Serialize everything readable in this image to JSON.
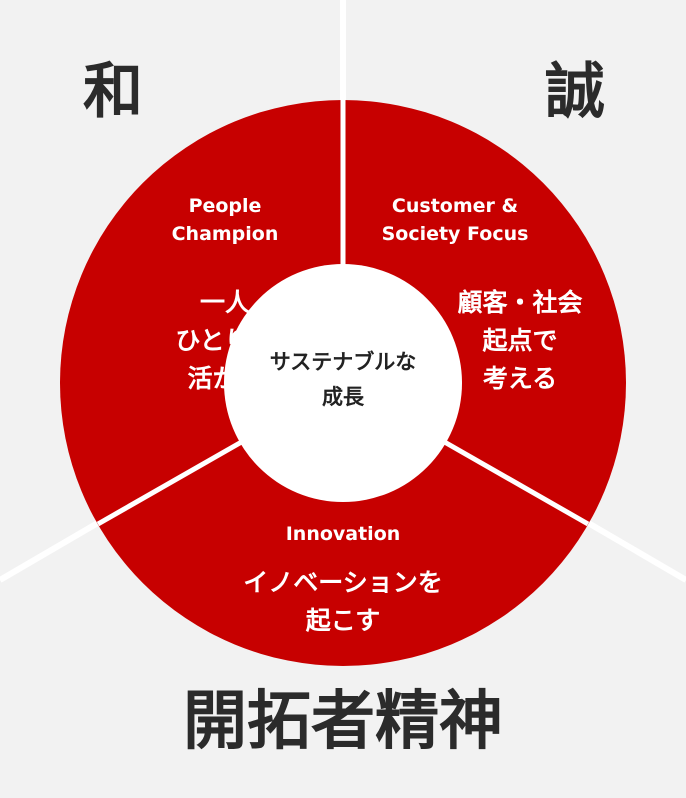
{
  "colors": {
    "background": "#f2f2f2",
    "ring": "#c70000",
    "center_circle": "#ffffff",
    "divider": "#ffffff",
    "heading_text": "#2b2b2b"
  },
  "corners": {
    "left": "和",
    "right": "誠",
    "bottom": "開拓者精神"
  },
  "sections": {
    "people": {
      "english_lines": [
        "People",
        "Champion"
      ],
      "japanese_lines": [
        "一人",
        "ひとりを",
        "活かす"
      ]
    },
    "customer": {
      "english_lines": [
        "Customer &",
        "Society Focus"
      ],
      "japanese_lines": [
        "顧客・社会",
        "起点で",
        "考える"
      ]
    },
    "innovation": {
      "english_lines": [
        "Innovation"
      ],
      "japanese_lines": [
        "イノベーションを",
        "起こす"
      ]
    }
  },
  "center": {
    "lines": [
      "サステナブルな",
      "成長"
    ]
  }
}
